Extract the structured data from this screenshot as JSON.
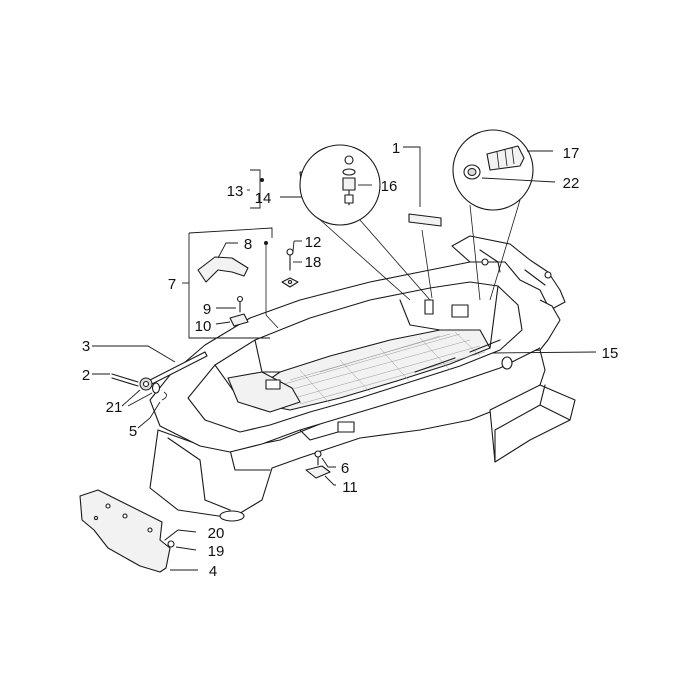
{
  "callouts": [
    {
      "id": "c1",
      "text": "1"
    },
    {
      "id": "c2",
      "text": "2"
    },
    {
      "id": "c3",
      "text": "3"
    },
    {
      "id": "c4",
      "text": "4"
    },
    {
      "id": "c5",
      "text": "5"
    },
    {
      "id": "c6",
      "text": "6"
    },
    {
      "id": "c7",
      "text": "7"
    },
    {
      "id": "c8",
      "text": "8"
    },
    {
      "id": "c9",
      "text": "9"
    },
    {
      "id": "c10",
      "text": "10"
    },
    {
      "id": "c11",
      "text": "11"
    },
    {
      "id": "c12",
      "text": "12"
    },
    {
      "id": "c13",
      "text": "13"
    },
    {
      "id": "c14",
      "text": "14"
    },
    {
      "id": "c15",
      "text": "15"
    },
    {
      "id": "c16",
      "text": "16"
    },
    {
      "id": "c17",
      "text": "17"
    },
    {
      "id": "c18",
      "text": "18"
    },
    {
      "id": "c19",
      "text": "19"
    },
    {
      "id": "c20",
      "text": "20"
    },
    {
      "id": "c21",
      "text": "21"
    },
    {
      "id": "c22",
      "text": "22"
    }
  ]
}
